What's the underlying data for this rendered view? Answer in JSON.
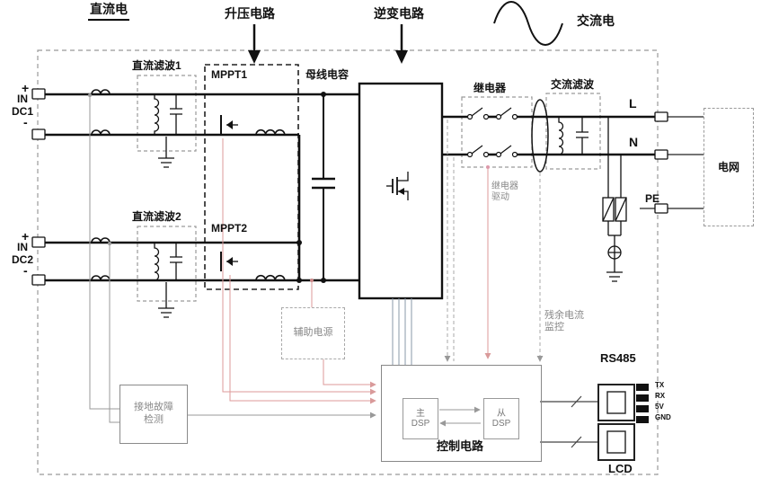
{
  "top": {
    "dc": "直流电",
    "boost": "升压电路",
    "inverter": "逆变电路",
    "ac": "交流电"
  },
  "inputs": {
    "dc1": {
      "plus": "+",
      "label": "IN\nDC1",
      "minus": "-"
    },
    "dc2": {
      "plus": "+",
      "label": "IN\nDC2",
      "minus": "-"
    }
  },
  "blocks": {
    "dc_filter1": "直流滤波1",
    "dc_filter2": "直流滤波2",
    "mppt1": "MPPT1",
    "mppt2": "MPPT2",
    "bus_capacitor": "母线电容",
    "relay": "继电器",
    "relay_drive": "继电器\n驱动",
    "ac_filter": "交流滤波",
    "grid": "电网",
    "aux_power": "辅助电源",
    "residual_current": "残余电流\n监控",
    "ground_fault": "接地故障\n检测",
    "control": "控制电路",
    "master_dsp": "主\nDSP",
    "slave_dsp": "从\nDSP",
    "rs485": "RS485",
    "lcd": "LCD"
  },
  "outputs": {
    "l": "L",
    "n": "N",
    "pe": "PE"
  },
  "pins": {
    "tx": "TX",
    "rx": "RX",
    "v5": "5V",
    "gnd": "GND"
  },
  "colors": {
    "ink": "#111111",
    "signal_gray": "#999999",
    "signal_pink": "#dd9a9a",
    "gate_blue": "#8899aa"
  }
}
